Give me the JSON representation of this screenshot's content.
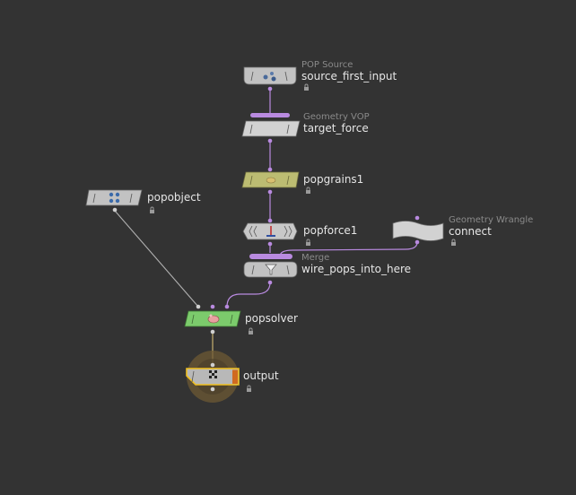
{
  "network": {
    "nodes": {
      "source_first_input": {
        "type_label": "POP Source",
        "name": "source_first_input",
        "icon": "pop-source-icon"
      },
      "target_force": {
        "type_label": "Geometry VOP",
        "name": "target_force",
        "icon": "vop-icon"
      },
      "popgrains1": {
        "name": "popgrains1",
        "icon": "grains-icon"
      },
      "popobject": {
        "name": "popobject",
        "icon": "pop-object-icon"
      },
      "popforce1": {
        "name": "popforce1",
        "icon": "force-icon"
      },
      "connect": {
        "type_label": "Geometry Wrangle",
        "name": "connect",
        "icon": "wrangle-icon"
      },
      "wire_pops_into_here": {
        "type_label": "Merge",
        "name": "wire_pops_into_here",
        "icon": "merge-funnel-icon"
      },
      "popsolver": {
        "name": "popsolver",
        "icon": "solver-icon"
      },
      "output": {
        "name": "output",
        "icon": "output-icon"
      }
    },
    "colors": {
      "background": "#333333",
      "wire": "#b98ae0",
      "wire_plain": "#b0b0b0",
      "node_gray": "#bdbdbd",
      "grains": "#bdbd6e",
      "solver": "#7cc96e",
      "display_flag": "#f0c020",
      "output_ring": "#8a6a2a"
    }
  }
}
